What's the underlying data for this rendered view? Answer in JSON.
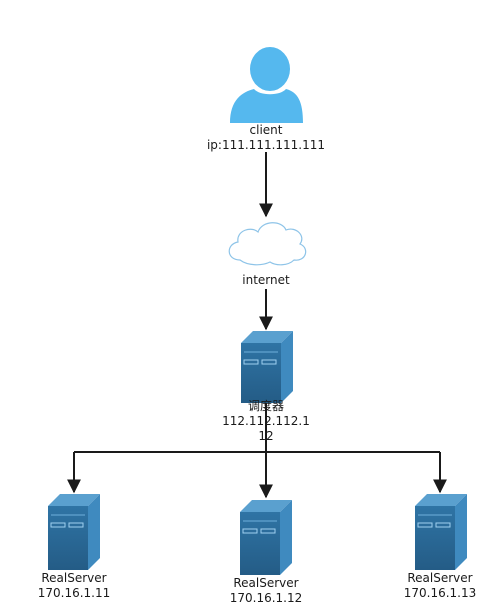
{
  "nodes": {
    "client": {
      "icon": "user-icon",
      "name": "client",
      "ip": "ip:111.111.111.111"
    },
    "internet": {
      "icon": "cloud-icon",
      "name": "internet"
    },
    "scheduler": {
      "icon": "server-icon",
      "name": "调度器",
      "ip_line1": "112.112.112.1",
      "ip_line2": "12"
    },
    "realservers": [
      {
        "icon": "server-icon",
        "name": "RealServer",
        "ip": "170.16.1.11"
      },
      {
        "icon": "server-icon",
        "name": "RealServer",
        "ip": "170.16.1.12"
      },
      {
        "icon": "server-icon",
        "name": "RealServer",
        "ip": "170.16.1.13"
      }
    ]
  },
  "edges": [
    {
      "from": "client",
      "to": "internet"
    },
    {
      "from": "internet",
      "to": "scheduler"
    },
    {
      "from": "scheduler",
      "to": "realserver-1"
    },
    {
      "from": "scheduler",
      "to": "realserver-2"
    },
    {
      "from": "scheduler",
      "to": "realserver-3"
    }
  ],
  "colors": {
    "user": "#55b8ee",
    "cloud_stroke": "#8ec4e8",
    "server_front": "#2d6e9c",
    "server_side": "#3f8abf",
    "server_top": "#5aa0cf",
    "edge": "#1a1a1a"
  }
}
